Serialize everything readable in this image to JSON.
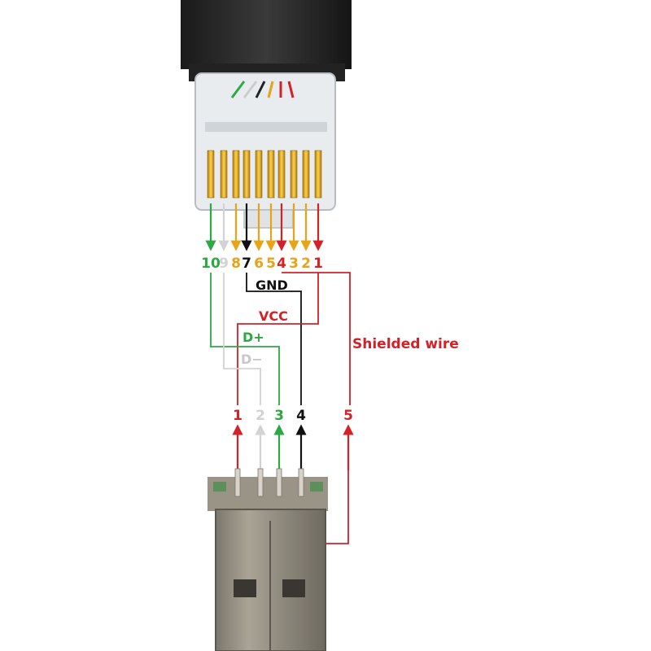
{
  "rj45_pins": [
    {
      "label": "10",
      "color": "#2da843"
    },
    {
      "label": "9",
      "color": "#d2d2d2"
    },
    {
      "label": "8",
      "color": "#e8a317"
    },
    {
      "label": "7",
      "color": "#111111"
    },
    {
      "label": "6",
      "color": "#e8a317"
    },
    {
      "label": "5",
      "color": "#e8a317"
    },
    {
      "label": "4",
      "color": "#d42027"
    },
    {
      "label": "3",
      "color": "#e8a317"
    },
    {
      "label": "2",
      "color": "#e8a317"
    },
    {
      "label": "1",
      "color": "#d42027"
    }
  ],
  "usb_pins": [
    {
      "label": "1",
      "color": "#d42027"
    },
    {
      "label": "2",
      "color": "#d2d2d2"
    },
    {
      "label": "3",
      "color": "#2da843"
    },
    {
      "label": "4",
      "color": "#111111"
    },
    {
      "label": "5",
      "color": "#d42027"
    }
  ],
  "signals": {
    "gnd": "GND",
    "vcc": "VCC",
    "dplus": "D+",
    "dminus": "D−",
    "shield": "Shielded wire"
  },
  "colors": {
    "green": "#2da843",
    "white": "#d2d2d2",
    "black": "#111111",
    "red": "#d42027",
    "orange": "#e8a317",
    "gold": "#e0b23a"
  }
}
